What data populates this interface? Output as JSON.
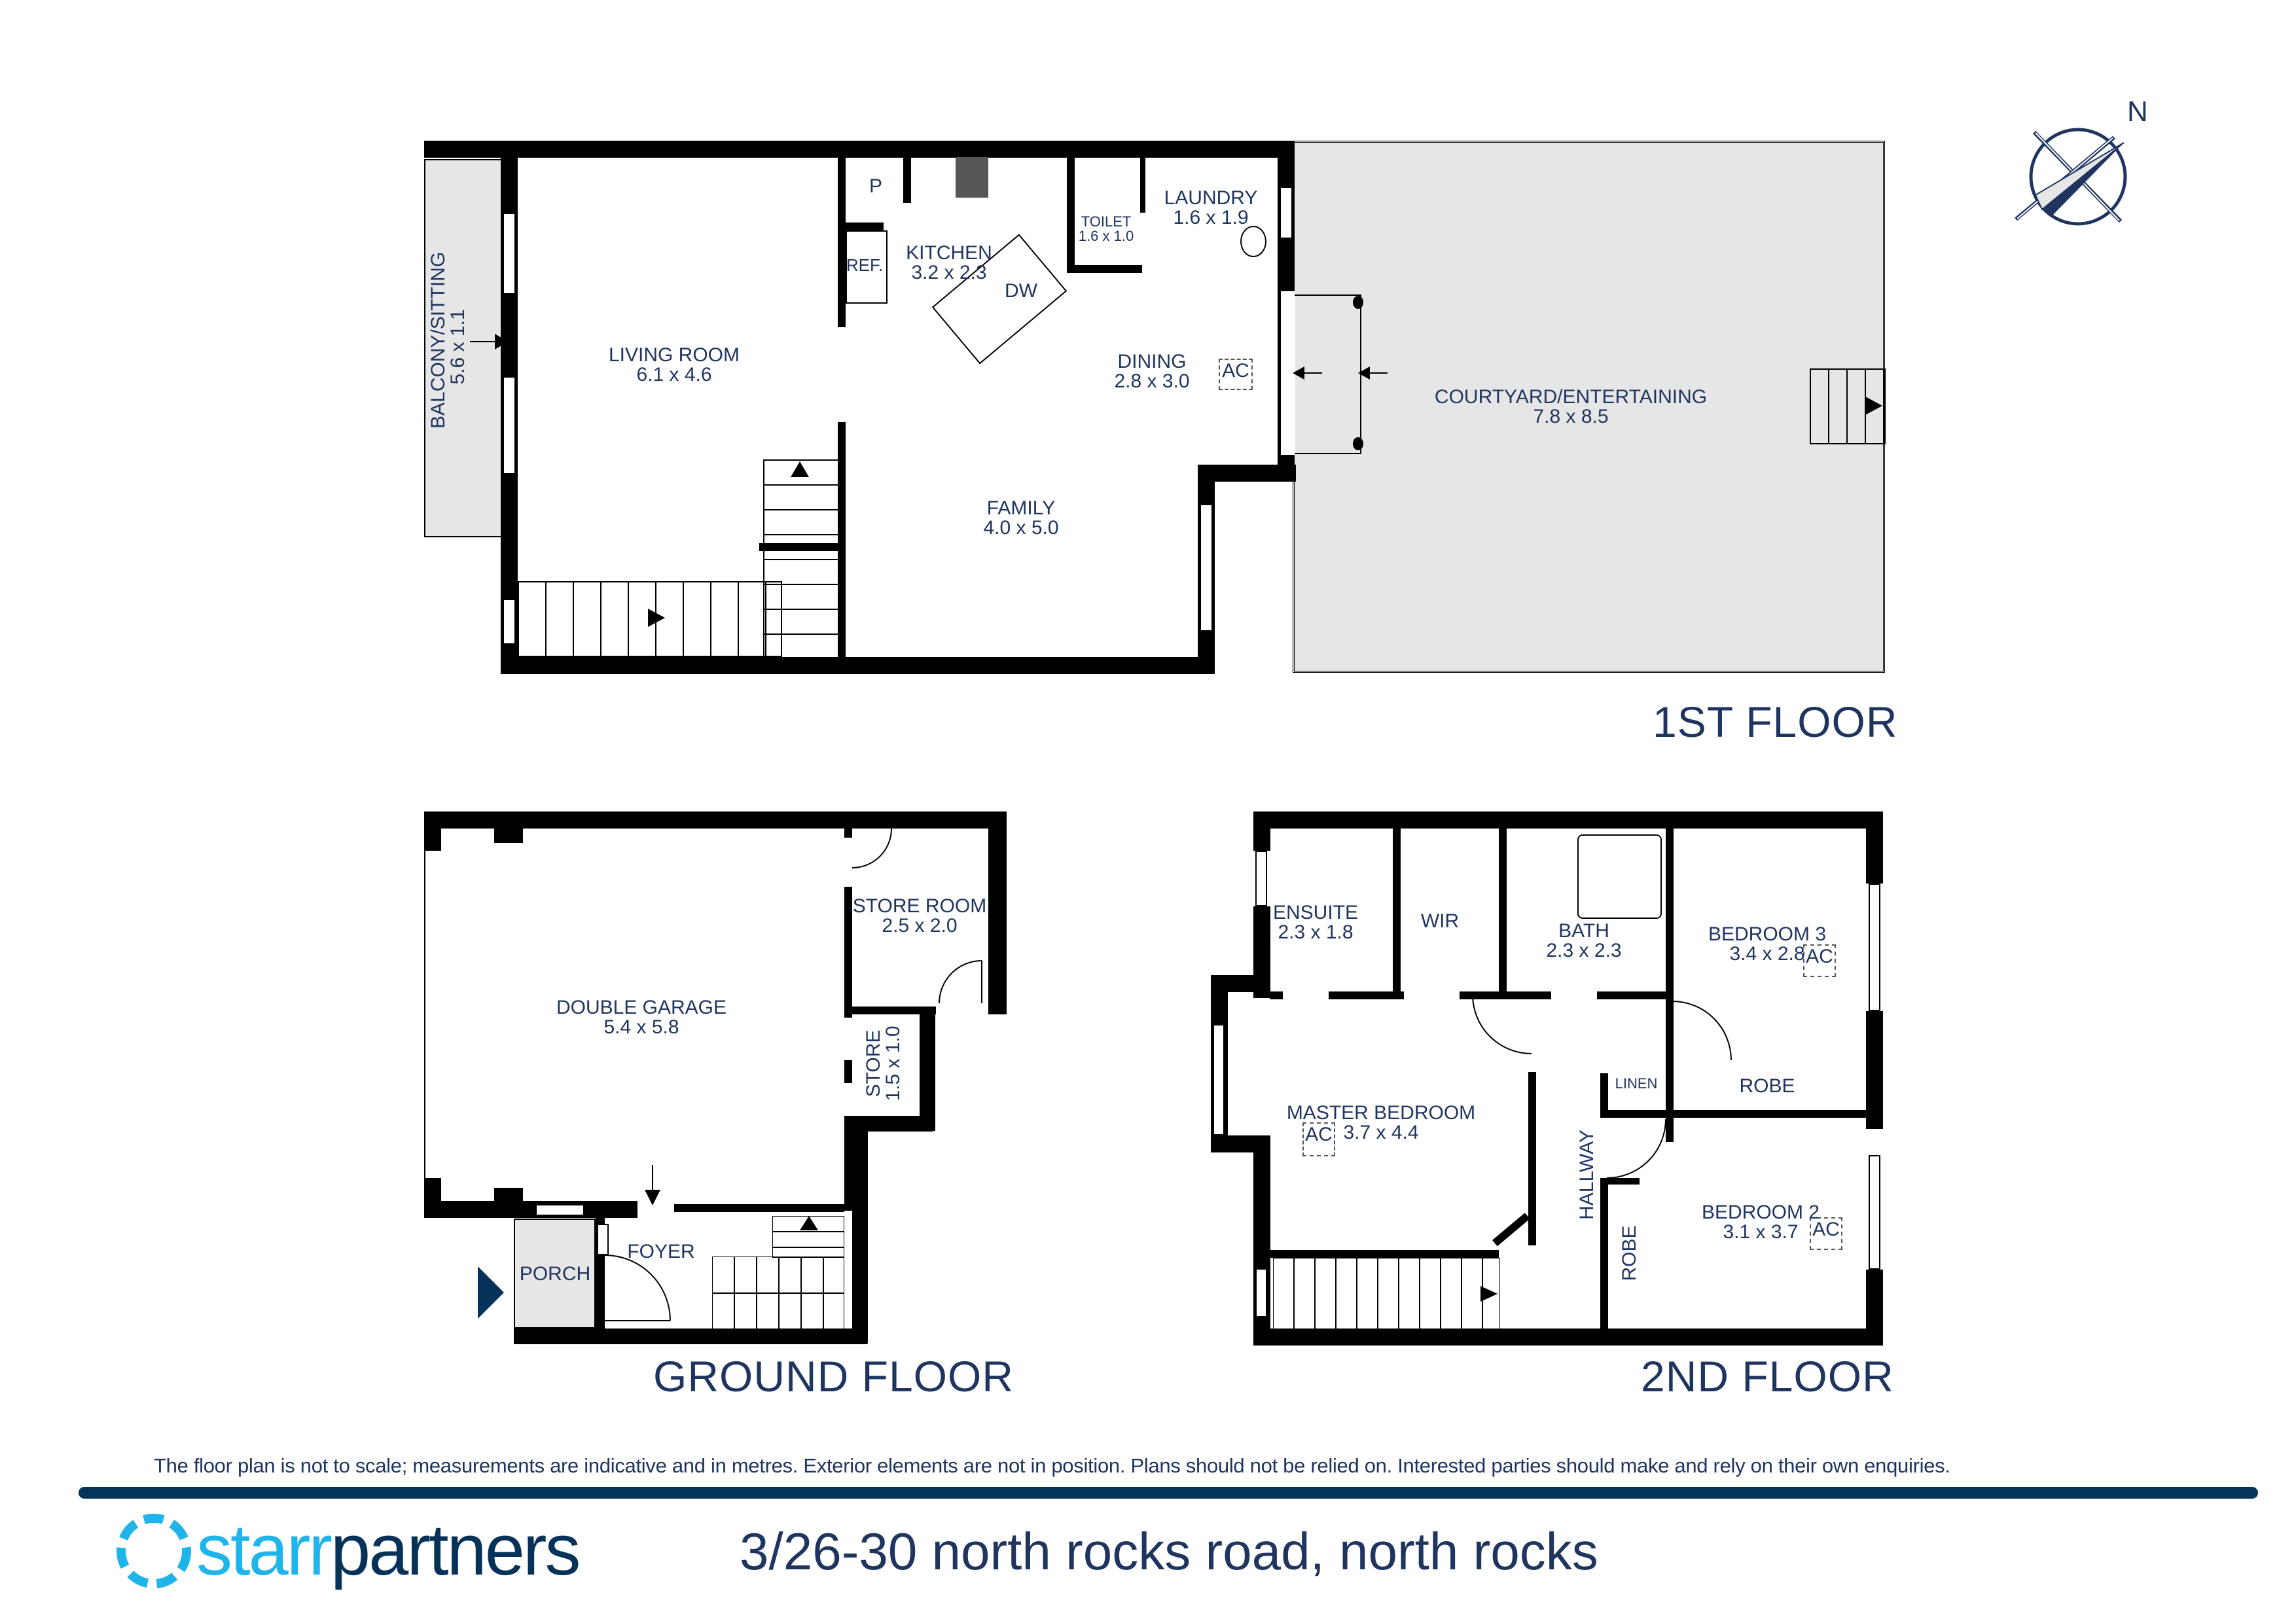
{
  "brand": {
    "name_part1": "starr",
    "name_part2": "partners",
    "colors": {
      "primary_navy": "#06325a",
      "accent_cyan": "#1fb4ea",
      "text_navy": "#1f3560"
    }
  },
  "address": "3/26-30 north rocks road, north rocks",
  "disclaimer": "The floor plan is not to scale; measurements are indicative and in metres. Exterior elements are not in position. Plans should not be relied on. Interested parties should make and rely on their own enquiries.",
  "compass": {
    "label": "N"
  },
  "floors": {
    "first": {
      "title": "1ST FLOOR",
      "rooms": {
        "balcony": {
          "name": "BALCONY/SITTING",
          "dims": "5.6 x 1.1"
        },
        "living": {
          "name": "LIVING ROOM",
          "dims": "6.1 x 4.6"
        },
        "pantry": {
          "name": "P"
        },
        "ref": {
          "name": "REF."
        },
        "kitchen": {
          "name": "KITCHEN",
          "dims": "3.2 x 2.3"
        },
        "dw": {
          "name": "DW"
        },
        "toilet": {
          "name": "TOILET",
          "dims": "1.6 x 1.0"
        },
        "laundry": {
          "name": "LAUNDRY",
          "dims": "1.6 x 1.9"
        },
        "dining": {
          "name": "DINING",
          "dims": "2.8 x 3.0"
        },
        "family": {
          "name": "FAMILY",
          "dims": "4.0 x 5.0"
        },
        "courtyard": {
          "name": "COURTYARD/ENTERTAINING",
          "dims": "7.8 x 8.5"
        }
      },
      "ac_label": "AC"
    },
    "ground": {
      "title": "GROUND FLOOR",
      "rooms": {
        "garage": {
          "name": "DOUBLE GARAGE",
          "dims": "5.4 x 5.8"
        },
        "store_room": {
          "name": "STORE ROOM",
          "dims": "2.5 x 2.0"
        },
        "store": {
          "name": "STORE",
          "dims": "1.5 x 1.0"
        },
        "foyer": {
          "name": "FOYER"
        },
        "porch": {
          "name": "PORCH"
        }
      }
    },
    "second": {
      "title": "2ND FLOOR",
      "rooms": {
        "ensuite": {
          "name": "ENSUITE",
          "dims": "2.3 x 1.8"
        },
        "wir": {
          "name": "WIR"
        },
        "bath": {
          "name": "BATH",
          "dims": "2.3 x 2.3"
        },
        "bedroom3": {
          "name": "BEDROOM 3",
          "dims": "3.4 x 2.8"
        },
        "linen": {
          "name": "LINEN"
        },
        "robe3": {
          "name": "ROBE"
        },
        "master": {
          "name": "MASTER BEDROOM",
          "dims": "3.7 x 4.4"
        },
        "hallway": {
          "name": "HALLWAY"
        },
        "robe2": {
          "name": "ROBE"
        },
        "bedroom2": {
          "name": "BEDROOM 2",
          "dims": "3.1 x 3.7"
        }
      },
      "ac_label": "AC"
    }
  }
}
